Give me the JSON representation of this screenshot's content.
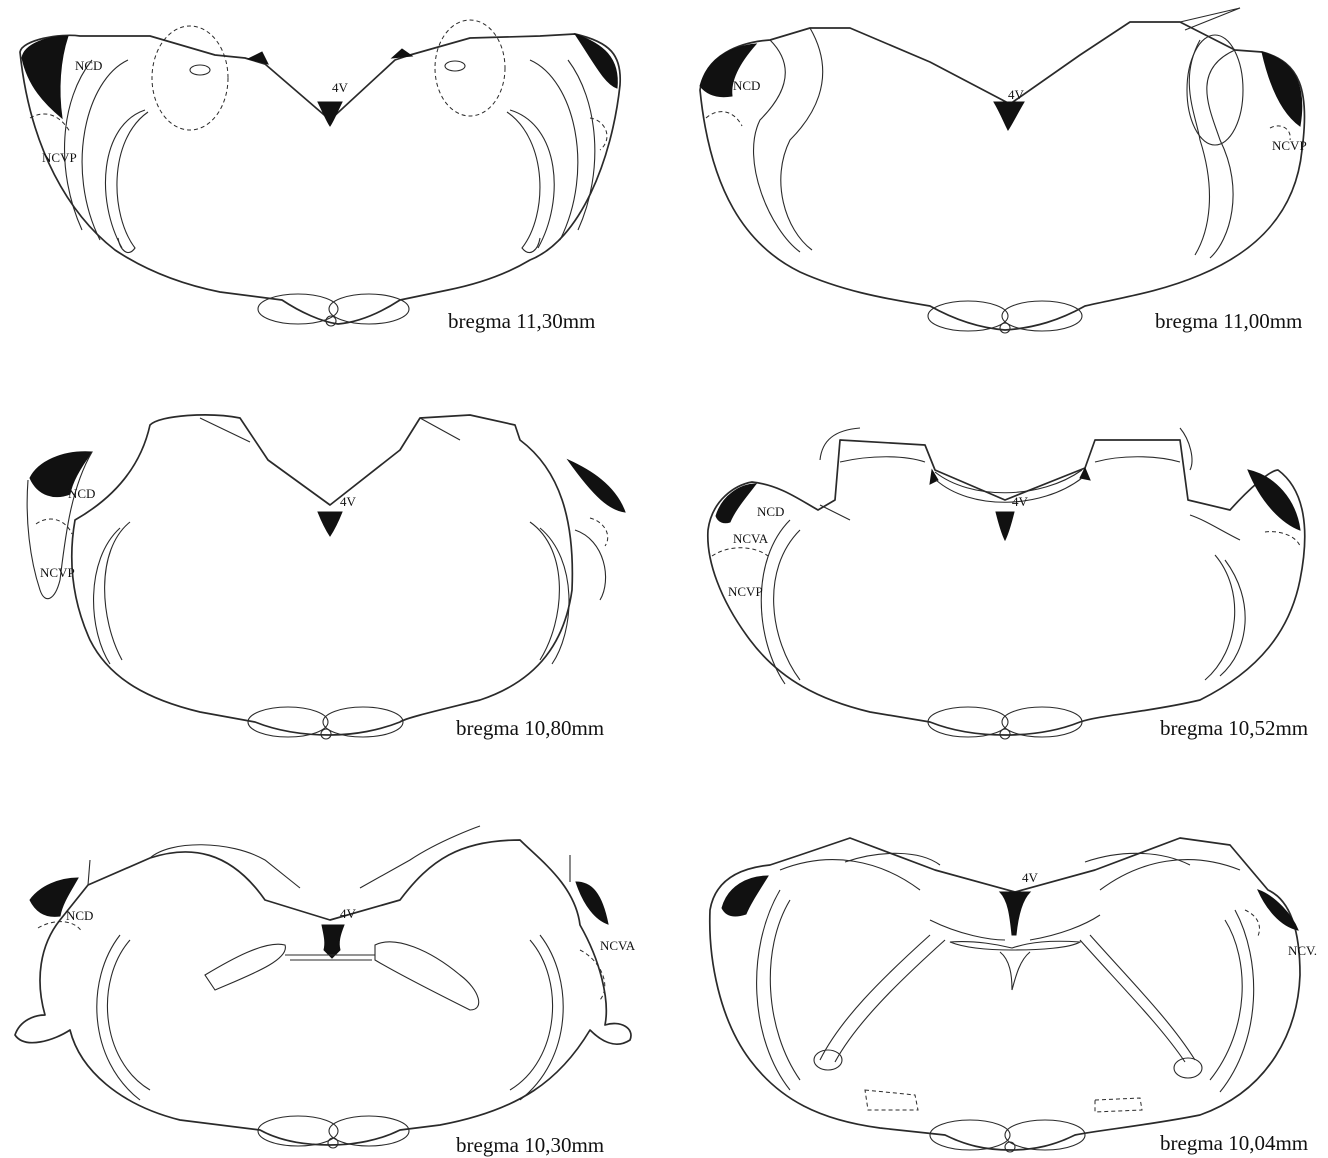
{
  "panels": [
    {
      "caption": "bregma 11,30mm",
      "labels": {
        "ventricle": "4V",
        "a": "NCD",
        "b": "NCVP"
      }
    },
    {
      "caption": "bregma 11,00mm",
      "labels": {
        "ventricle": "4V",
        "a": "NCD",
        "b": "NCVP"
      }
    },
    {
      "caption": "bregma 10,80mm",
      "labels": {
        "ventricle": "4V",
        "a": "NCD",
        "b": "NCVP"
      }
    },
    {
      "caption": "bregma 10,52mm",
      "labels": {
        "ventricle": "4V",
        "a": "NCD",
        "b": "NCVA",
        "c": "NCVP"
      }
    },
    {
      "caption": "bregma 10,30mm",
      "labels": {
        "ventricle": "4V",
        "a": "NCD",
        "b": "NCVA"
      }
    },
    {
      "caption": "bregma 10,04mm",
      "labels": {
        "ventricle": "4V",
        "a": "NCV."
      }
    }
  ]
}
